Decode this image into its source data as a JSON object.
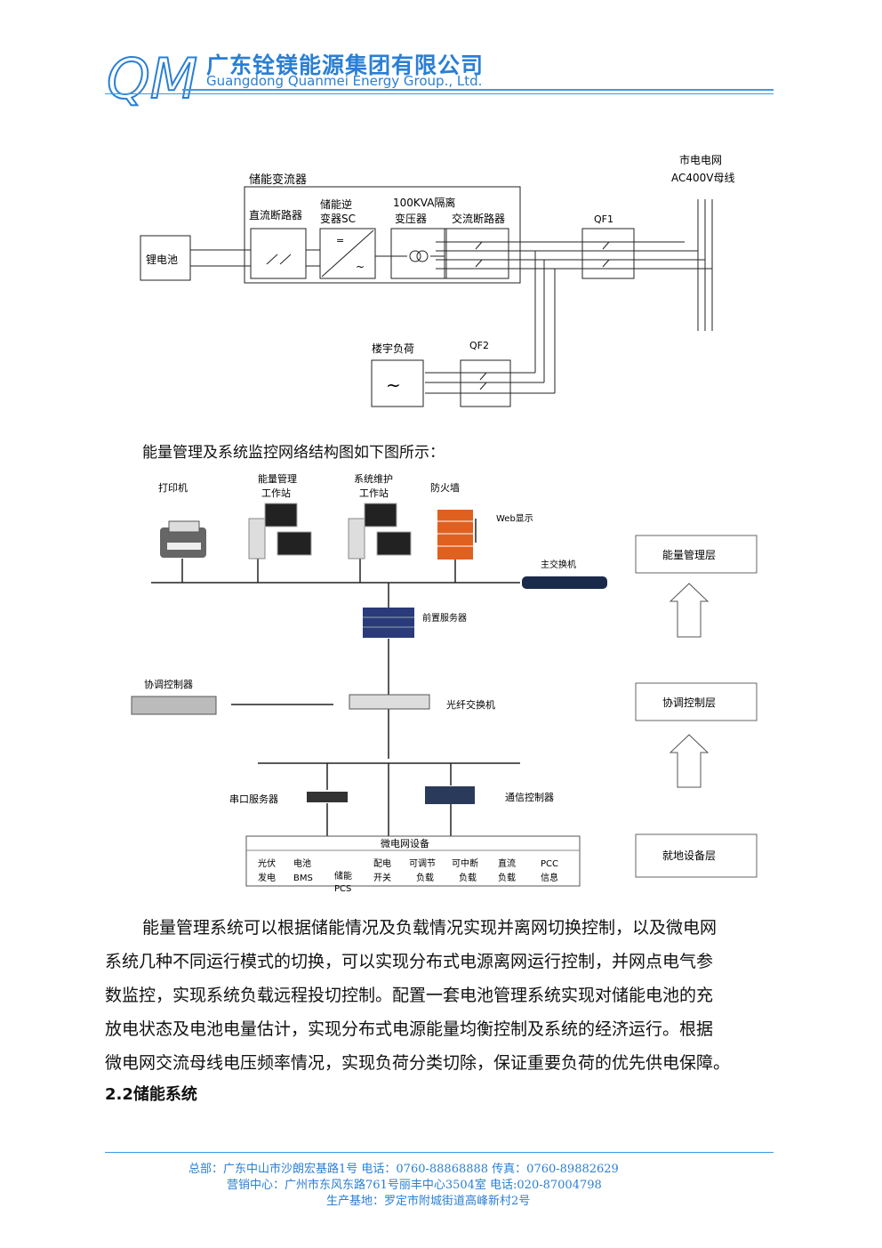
{
  "header": {
    "logo_letters": "QM",
    "company_cn": "广东铨镁能源集团有限公司",
    "company_en": "Guangdong Quanmei Energy Group., Ltd.",
    "accent_color": "#2a7fd4"
  },
  "diagram1": {
    "pcs_title": "储能变流器",
    "battery": "锂电池",
    "dc_breaker": "直流断路器",
    "inverter_l1": "储能逆",
    "inverter_l2": "变器SC",
    "transformer_l1": "100KVA隔离",
    "transformer_l2": "变压器",
    "ac_breaker": "交流断路器",
    "qf1": "QF1",
    "grid_l1": "市电电网",
    "grid_l2": "AC400V母线",
    "load": "楼宇负荷",
    "qf2": "QF2",
    "ac_symbol": "~"
  },
  "intro_text": "能量管理及系统监控网络结构图如下图所示：",
  "diagram2": {
    "printer": "打印机",
    "ems_l1": "能量管理",
    "ems_l2": "工作站",
    "maint_l1": "系统维护",
    "maint_l2": "工作站",
    "firewall": "防火墙",
    "web": "Web显示",
    "main_switch": "主交换机",
    "front_server": "前置服务器",
    "coord_ctrl": "协调控制器",
    "fiber_switch": "光纤交换机",
    "serial_server": "串口服务器",
    "comm_ctrl": "通信控制器",
    "microgrid": "微电网设备",
    "devices": [
      {
        "l1": "光伏",
        "l2": "发电"
      },
      {
        "l1": "电池",
        "l2": "BMS"
      },
      {
        "l1": "储能",
        "l2": "PCS"
      },
      {
        "l1": "配电",
        "l2": "开关"
      },
      {
        "l1": "可调节",
        "l2": "负载"
      },
      {
        "l1": "可中断",
        "l2": "负载"
      },
      {
        "l1": "直流",
        "l2": "负载"
      },
      {
        "l1": "PCC",
        "l2": "信息"
      }
    ],
    "layers": [
      "能量管理层",
      "协调控制层",
      "就地设备层"
    ]
  },
  "paragraphs": [
    "能量管理系统可以根据储能情况及负载情况实现并离网切换控制，以及微电网",
    "系统几种不同运行模式的切换，可以实现分布式电源离网运行控制，并网点电气参",
    "数监控，实现系统负载远程投切控制。配置一套电池管理系统实现对储能电池的充",
    "放电状态及电池电量估计，实现分布式电源能量均衡控制及系统的经济运行。根据",
    "微电网交流母线电压频率情况，实现负荷分类切除，保证重要负荷的优先供电保障。"
  ],
  "section_heading": "2.2储能系统",
  "footer": {
    "line1": "总部：广东中山市沙朗宏基路1号        电话：0760-88868888        传真：0760-89882629",
    "line2": "营销中心：广州市东风东路761号丽丰中心3504室        电话:020-87004798",
    "line3": "生产基地：罗定市附城街道高峰新村2号"
  }
}
